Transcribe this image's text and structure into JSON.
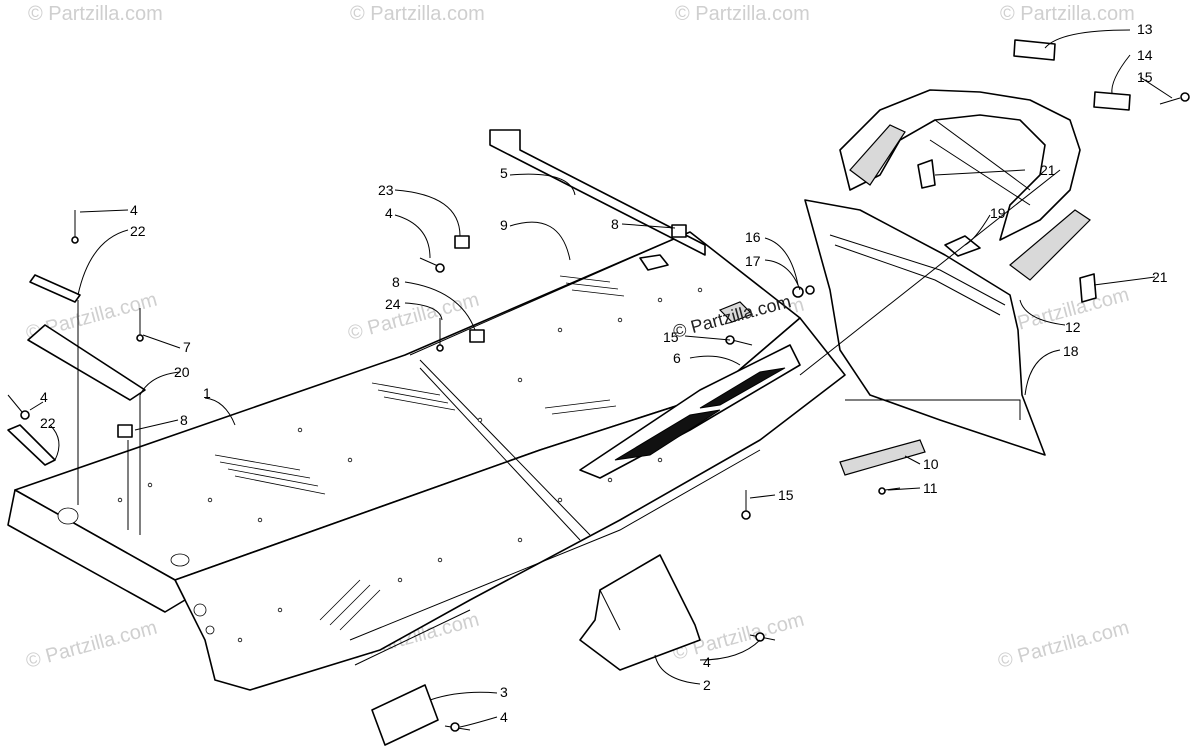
{
  "watermark": "© Partzilla.com",
  "watermark_tiles": 12,
  "callouts": [
    "1",
    "2",
    "3",
    "4",
    "4",
    "4",
    "4",
    "4",
    "5",
    "6",
    "7",
    "8",
    "8",
    "8",
    "9",
    "10",
    "11",
    "12",
    "13",
    "14",
    "15",
    "15",
    "15",
    "16",
    "17",
    "18",
    "19",
    "20",
    "21",
    "21",
    "22",
    "22",
    "23",
    "24"
  ],
  "colors": {
    "ink": "#000000",
    "watermark": "#cfcfcf",
    "background": "#ffffff"
  }
}
